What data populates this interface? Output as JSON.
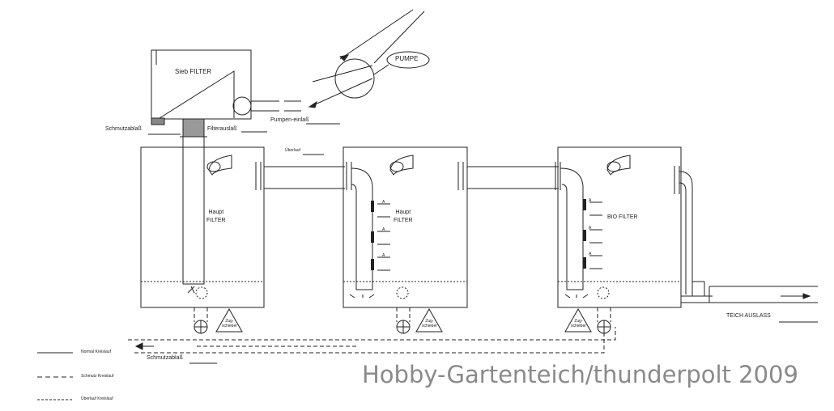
{
  "labels": {
    "sieb_filter": "Sieb FILTER",
    "pumpe": "PUMPE",
    "schmutzablass_top": "Schmutzablaß",
    "filterauslass": "Filterauslaß",
    "pumpen_einlass": "Pumpen-einlaß",
    "ueberlauf": "Überlauf",
    "haupt_filter_1_line1": "Haupt",
    "haupt_filter_1_line2": "FILTER",
    "haupt_filter_2_line1": "Haupt",
    "haupt_filter_2_line2": "FILTER",
    "bio_filter": "BIO FILTER",
    "teich_auslass": "TEICH AUSLASS",
    "schmutzablass_bottom": "Schmutzablaß",
    "zugschieber_line1": "Zug-",
    "zugschieber_line2": "schieber",
    "nozzle_letter": "A"
  },
  "legend": {
    "normal": "Normal Kreislauf",
    "schmutz": "Schmutz Kreislauf",
    "ueberlauf": "Überlauf Kreislauf"
  },
  "watermark": "Hobby-Gartenteich/thunderpolt 2009"
}
